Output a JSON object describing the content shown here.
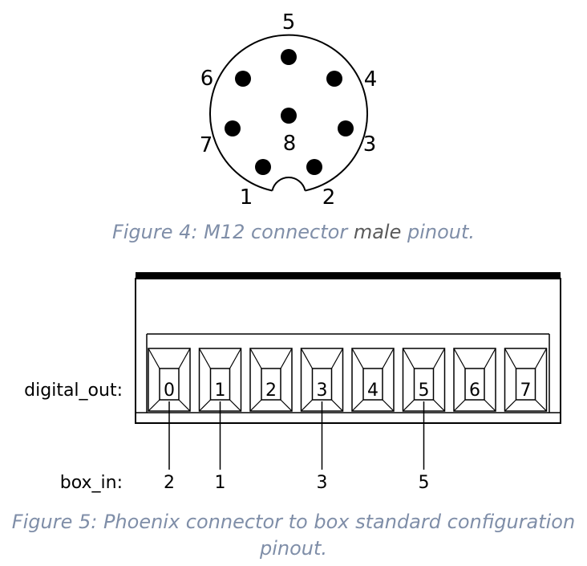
{
  "figure4": {
    "pins": [
      {
        "label": "5"
      },
      {
        "label": "4"
      },
      {
        "label": "3"
      },
      {
        "label": "2"
      },
      {
        "label": "1"
      },
      {
        "label": "7"
      },
      {
        "label": "6"
      },
      {
        "label": "8"
      }
    ],
    "caption_pre": "Figure 4: M12 connector ",
    "caption_em": "male",
    "caption_post": " pinout."
  },
  "figure5": {
    "row_label_top": "digital_out:",
    "row_label_bottom": "box_in:",
    "digital_out": [
      "0",
      "1",
      "2",
      "3",
      "4",
      "5",
      "6",
      "7"
    ],
    "box_in": [
      {
        "from_terminal": "0",
        "label": "2"
      },
      {
        "from_terminal": "1",
        "label": "1"
      },
      {
        "from_terminal": "3",
        "label": "3"
      },
      {
        "from_terminal": "5",
        "label": "5"
      }
    ],
    "caption_line1": "Figure 5: Phoenix connector to box standard configuration",
    "caption_line2": "pinout."
  }
}
